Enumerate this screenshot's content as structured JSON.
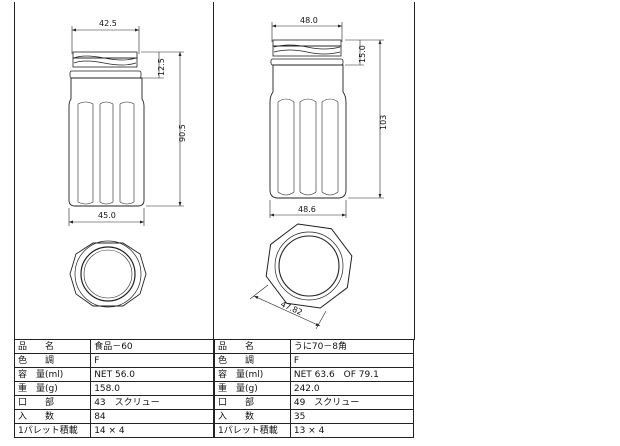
{
  "left": {
    "dimensions": {
      "mouth_width": "42.5",
      "neck_height": "12.5",
      "body_height": "90.5",
      "body_width": "45.0"
    },
    "specs": [
      {
        "label": "品　　名",
        "value": "食品－60"
      },
      {
        "label": "色　　調",
        "value": "F"
      },
      {
        "label": "容　量(ml)",
        "value": "NET 56.0"
      },
      {
        "label": "重　量(g)",
        "value": "158.0"
      },
      {
        "label": "口　　部",
        "value": "43　スクリュー"
      },
      {
        "label": "入　　数",
        "value": "84"
      },
      {
        "label": "1パレット積載",
        "value": "14 × 4"
      }
    ]
  },
  "right": {
    "dimensions": {
      "mouth_width": "48.0",
      "neck_height": "15.0",
      "body_height": "103",
      "body_width": "48.6",
      "diagonal": "47.82"
    },
    "specs": [
      {
        "label": "品　　名",
        "value": "うに70－8角"
      },
      {
        "label": "色　　調",
        "value": "F"
      },
      {
        "label": "容　量(ml)",
        "value": "NET 63.6　OF 79.1"
      },
      {
        "label": "重　量(g)",
        "value": "242.0"
      },
      {
        "label": "口　　部",
        "value": "49　スクリュー"
      },
      {
        "label": "入　　数",
        "value": "35"
      },
      {
        "label": "1パレット積載",
        "value": "13 × 4"
      }
    ]
  }
}
